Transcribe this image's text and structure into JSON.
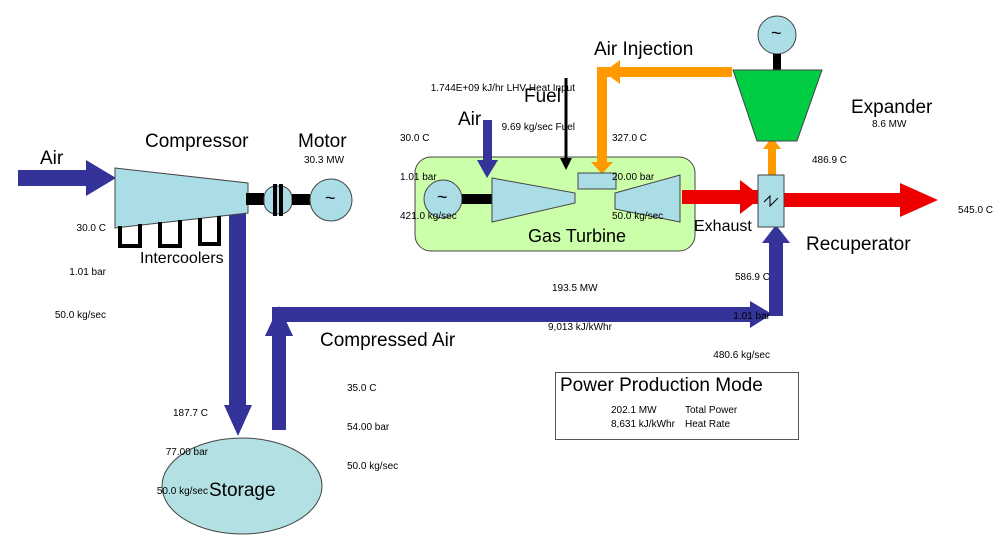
{
  "labels": {
    "air_left": "Air",
    "compressor": "Compressor",
    "motor": "Motor",
    "motor_power": "30.3 MW",
    "intercoolers": "Intercoolers",
    "fuel": "Fuel",
    "air_top": "Air",
    "air_injection": "Air Injection",
    "expander": "Expander",
    "expander_power": "8.6 MW",
    "gas_turbine": "Gas Turbine",
    "exhaust": "Exhaust",
    "recuperator": "Recuperator",
    "compressed_air": "Compressed Air",
    "storage": "Storage",
    "generator_symbol": "~"
  },
  "streams": {
    "compressor_inlet": [
      "30.0 C",
      "1.01 bar",
      "50.0 kg/sec"
    ],
    "heat_input": [
      "1.744E+09 kJ/hr LHV Heat Input",
      "9.69 kg/sec Fuel"
    ],
    "gt_air_inlet": [
      "30.0 C",
      "1.01 bar",
      "421.0 kg/sec"
    ],
    "air_injection": [
      "327.0 C",
      "20.00 bar",
      "50.0 kg/sec"
    ],
    "expander_inlet": "486.9 C",
    "stack_exit": "545.0 C",
    "gas_turbine_output": [
      "193.5 MW",
      "9,013 kJ/kWhr"
    ],
    "exhaust": [
      "586.9 C",
      "1.01 bar",
      "480.6 kg/sec"
    ],
    "storage_inlet": [
      "187.7 C",
      "77.00 bar",
      "50.0 kg/sec"
    ],
    "storage_outlet": [
      "35.0 C",
      "54.00 bar",
      "50.0 kg/sec"
    ]
  },
  "summary": {
    "title": "Power Production Mode",
    "total_power_value": "202.1 MW",
    "total_power_label": "Total Power",
    "heat_rate_value": "8,631 kJ/kWhr",
    "heat_rate_label": "Heat Rate"
  },
  "colors": {
    "blue_flow": "#33339a",
    "orange_flow": "#ff9900",
    "red_flow": "#ee0000",
    "green_expander": "#00cc44",
    "light_green": "#ccffaa",
    "light_blue": "#aadde6",
    "storage_fill": "#b3e0e3"
  }
}
